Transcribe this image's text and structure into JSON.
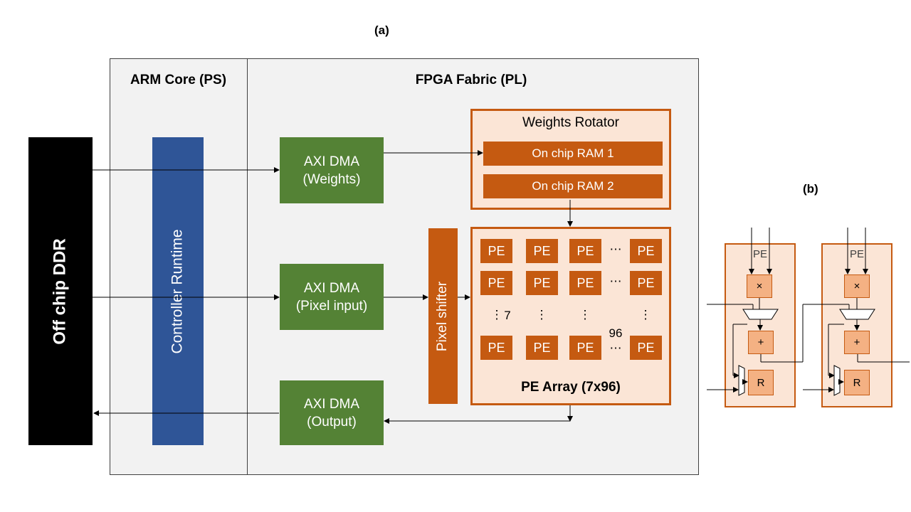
{
  "panel_a_label": "(a)",
  "panel_b_label": "(b)",
  "ddr": {
    "label": "Off chip DDR"
  },
  "ps": {
    "title": "ARM Core (PS)",
    "controller_label": "Controller Runtime"
  },
  "pl": {
    "title": "FPGA Fabric (PL)",
    "dma_weights": {
      "line1": "AXI DMA",
      "line2": "(Weights)"
    },
    "dma_pixel": {
      "line1": "AXI DMA",
      "line2": "(Pixel input)"
    },
    "dma_output": {
      "line1": "AXI DMA",
      "line2": "(Output)"
    },
    "weights_rotator": {
      "title": "Weights Rotator",
      "ram1": "On chip RAM 1",
      "ram2": "On chip RAM 2"
    },
    "pixel_shifter": "Pixel shifter",
    "pe_array": {
      "title": "PE Array (7x96)",
      "pe_label": "PE",
      "rows_count": "7",
      "cols_count": "96",
      "hdots": "⋯",
      "vdots": "⋮"
    }
  },
  "pe_detail": {
    "label": "PE",
    "multiply": "×",
    "add": "+",
    "register": "R"
  },
  "colors": {
    "ddr": "#000000",
    "controller": "#2f5597",
    "dma": "#548235",
    "accent": "#c55a11",
    "pe_fill": "#fbe5d6",
    "op_fill": "#f4b183"
  }
}
